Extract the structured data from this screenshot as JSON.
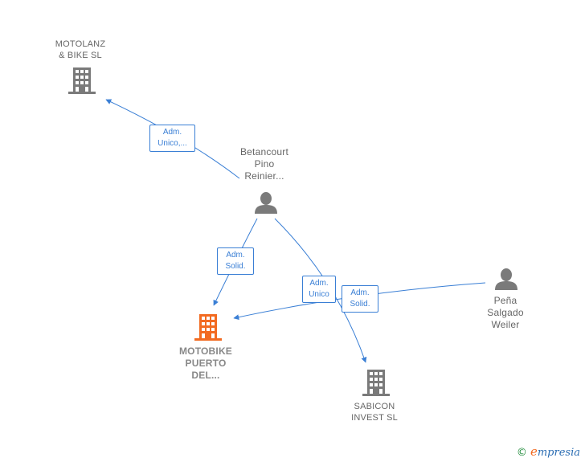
{
  "colors": {
    "edge": "#3a7fd5",
    "icon_gray": "#7a7a7a",
    "icon_highlight": "#f26a21"
  },
  "nodes": {
    "motolanz": {
      "label": "MOTOLANZ\n& BIKE  SL",
      "icon": "building-icon"
    },
    "betancourt": {
      "label": "Betancourt\nPino\nReinier...",
      "icon": "person-icon"
    },
    "motobike": {
      "label": "MOTOBIKE\nPUERTO\nDEL...",
      "icon": "building-icon"
    },
    "sabicon": {
      "label": "SABICON\nINVEST  SL",
      "icon": "building-icon"
    },
    "pena": {
      "label": "Peña\nSalgado\nWeiler",
      "icon": "person-icon"
    }
  },
  "edges": {
    "betancourt_motolanz": "Adm.\nUnico,...",
    "betancourt_motobike": "Adm.\nSolid.",
    "betancourt_sabicon": "Adm.\nUnico",
    "pena_motobike": "Adm.\nSolid."
  },
  "brand": {
    "copyright": "©",
    "initial": "e",
    "name": "mpresia"
  }
}
